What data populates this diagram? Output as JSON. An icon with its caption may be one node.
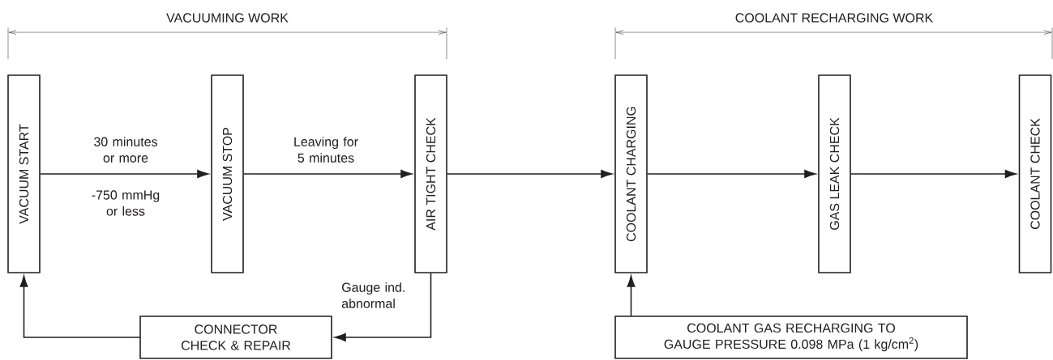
{
  "diagram": {
    "nodes": [
      {
        "text": [
          "VACUUM START"
        ]
      },
      {
        "text": [
          "VACUUM STOP"
        ]
      },
      {
        "text": [
          "AIR TIGHT CHECK"
        ]
      },
      {
        "text": [
          "COOLANT CHARGING"
        ]
      },
      {
        "text": [
          "GAS LEAK CHECK"
        ]
      },
      {
        "text": [
          "COOLANT CHECK"
        ]
      },
      {
        "text": [
          "CONNECTOR CHECK & REPAIR"
        ]
      },
      {
        "text": [
          "COOLANT GAS RECHARGING TO GAUGE PRESSURE 0.098 MPa (1 kg/cm$^{2}$)"
        ]
      }
    ],
    "edges": [
      {
        "from": 0,
        "to": 1,
        "arrow": "to",
        "label": "30 minutes or more"
      },
      {
        "from": 1,
        "to": 2,
        "arrow": "to",
        "label": "Leaving for 5 minutes"
      },
      {
        "from": 2,
        "to": 3,
        "arrow": "to"
      },
      {
        "from": 3,
        "to": 4,
        "arrow": "to"
      },
      {
        "from": 4,
        "to": 5,
        "arrow": "to"
      },
      {
        "from": 2,
        "to": 6,
        "arrow": "to",
        "label": "Gauge ind. abnormal"
      },
      {
        "from": 6,
        "to": 0,
        "arrow": "to"
      },
      {
        "from": 7,
        "to": 3,
        "arrow": "to"
      }
    ],
    "labels": [
      "VACUUMING WORK",
      "COOLANT RECHARGING WORK",
      "-750 mmHg or less"
    ]
  }
}
